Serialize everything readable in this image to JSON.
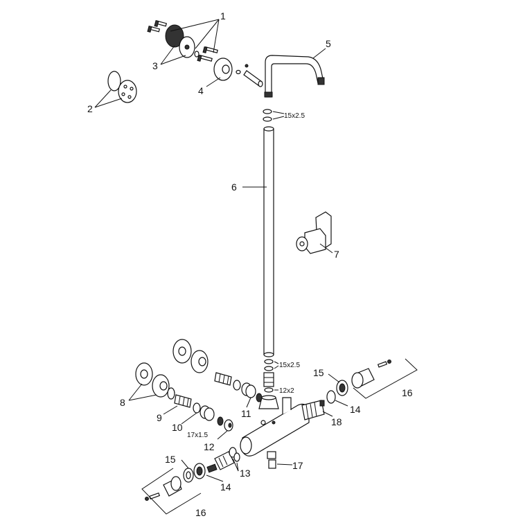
{
  "labels": {
    "p1": "1",
    "p2": "2",
    "p3": "3",
    "p4": "4",
    "p5": "5",
    "p6": "6",
    "p7": "7",
    "p8": "8",
    "p9": "9",
    "p10": "10",
    "p11": "11",
    "p12": "12",
    "p13": "13",
    "p14a": "14",
    "p14b": "14",
    "p15a": "15",
    "p15b": "15",
    "p16a": "16",
    "p16b": "16",
    "p17": "17",
    "p18": "18"
  },
  "dimensions": {
    "oring_top": "15x2.5",
    "oring_bottom": "15x2.5",
    "oring_small": "12x2",
    "oring_side": "17x1.5"
  }
}
